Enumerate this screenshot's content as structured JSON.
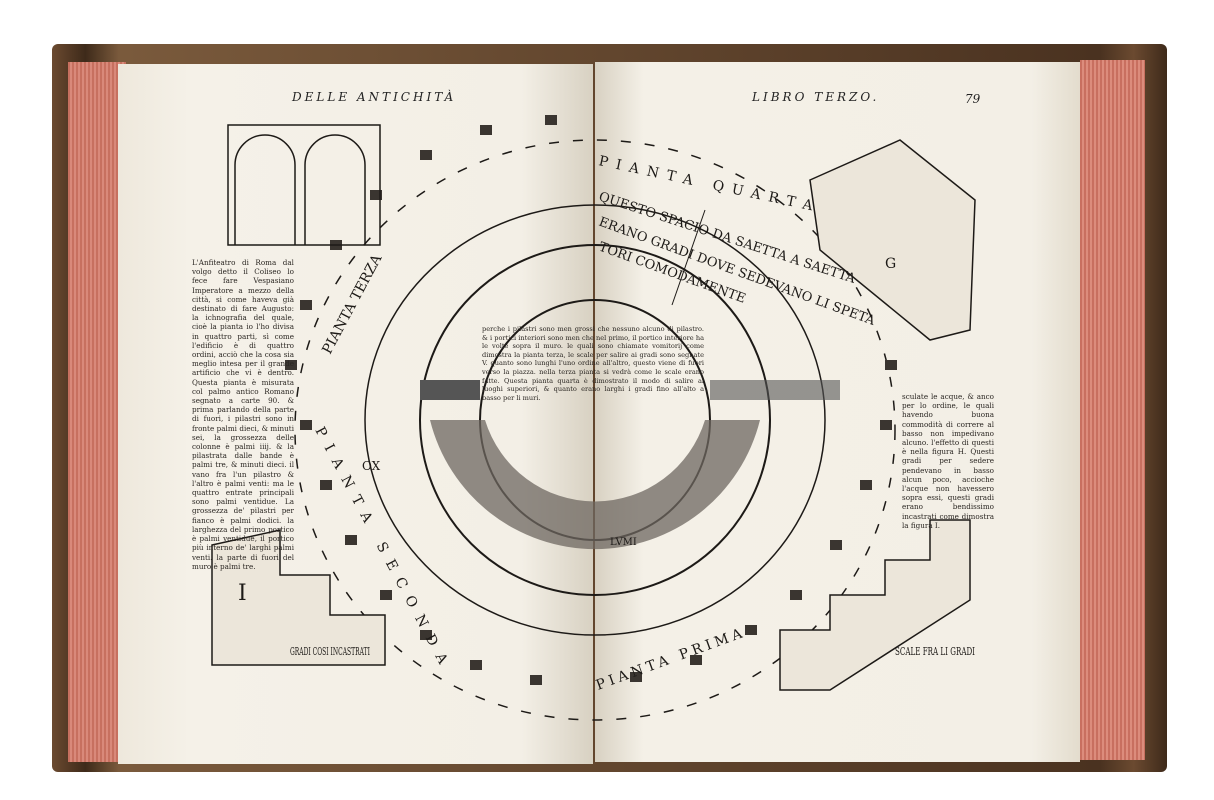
{
  "left_page": {
    "header": "DELLE ANTICHITÀ",
    "column_text": "L'Anfiteatro di Roma dal volgo detto il Coliseo lo fece fare Vespasiano Imperatore a mezzo della città, si come haveva già destinato di fare Augusto: la ichnografia del quale, cioè la pianta io l'ho divisa in quattro parti, sì come l'edificio è di quattro ordini, acciò che la cosa sia meglio intesa per il grande artificio che vi è dentro. Questa pianta è misurata col palmo antico Romano segnato a carte 90. & prima parlando della parte di fuori, i pilastri sono in fronte palmi dieci, & minuti sei, la grossezza delle colonne è palmi iiij. & la pilastrata dalle bande è palmi tre, & minuti dieci. il vano fra l'un pilastro & l'altro è palmi venti: ma le quattro entrate principali sono palmi ventidue. La grossezza de' pilastri per fianco è palmi dodici. la larghezza del primo portico è palmi ventidue, il portico più interno de' larghi palmi venti. la parte di fuori del muro è palmi tre.",
    "labels": {
      "pianta_terza": "PIANTA TERZA",
      "pianta_seconda": "PIANTA SECONDA",
      "gradi": "GRADI COSI INCASTRATI",
      "figure_I": "I",
      "ox": "OX"
    }
  },
  "right_page": {
    "header": "LIBRO TERZO.",
    "page_number": "79",
    "column_text": "sculate le acque, & anco per lo ordine, le quali havendo buona commodità di correre al basso non impedivano alcuno. l'effetto di questi è nella figura H. Questi gradi per sedere pendevano in basso alcun poco, accioche l'acque non havessero sopra essi, questi gradi erano bendissimo incastrati come dimostra la figura I.",
    "labels": {
      "pianta_quarta": "PIANTA QUARTA",
      "spacio_1": "QUESTO SPACIO DA SAETTA A SAETTA",
      "spacio_2": "ERANO GRADI DOVE SEDEVANO LI SPETA",
      "spacio_3": "TORI COMODAMENTE",
      "pianta_prima": "PIANTA PRIMA",
      "lumi": "LVMI",
      "scale": "SCALE FRA LI GRADI",
      "figure_G": "G"
    }
  },
  "center_text": "perche i pilastri sono men grossi che nessuno alcuno di pilastro. & i portici interiori sono men che nel primo, il portico interiore ha le volte sopra il muro. le quali sono chiamate vomitorij come dimostra la pianta terza, le scale per salire ai gradi sono segnate V. quanto sono lunghi l'uno ordine all'altro, questo viene di fuori verso la piazza. nella terza pianta si vedrà come le scale erano fatte. Questa pianta quarta è dimostrato il modo di salire ai luoghi superiori, & quanto erano larghi i gradi fino all'alto a basso per li muri."
}
